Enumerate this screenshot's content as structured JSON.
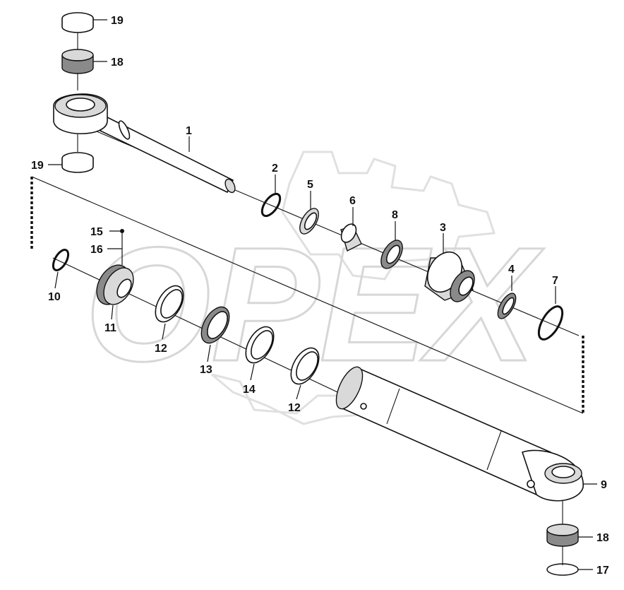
{
  "watermark": {
    "text": "OPEX",
    "color": "#d7d7d7"
  },
  "callouts": [
    {
      "id": "c19a",
      "label": "19"
    },
    {
      "id": "c18a",
      "label": "18"
    },
    {
      "id": "c19b",
      "label": "19"
    },
    {
      "id": "c1",
      "label": "1"
    },
    {
      "id": "c2",
      "label": "2"
    },
    {
      "id": "c5",
      "label": "5"
    },
    {
      "id": "c6",
      "label": "6"
    },
    {
      "id": "c8",
      "label": "8"
    },
    {
      "id": "c3",
      "label": "3"
    },
    {
      "id": "c4",
      "label": "4"
    },
    {
      "id": "c7",
      "label": "7"
    },
    {
      "id": "c15",
      "label": "15"
    },
    {
      "id": "c16",
      "label": "16"
    },
    {
      "id": "c10",
      "label": "10"
    },
    {
      "id": "c11",
      "label": "11"
    },
    {
      "id": "c12a",
      "label": "12"
    },
    {
      "id": "c13",
      "label": "13"
    },
    {
      "id": "c14",
      "label": "14"
    },
    {
      "id": "c12b",
      "label": "12"
    },
    {
      "id": "c9",
      "label": "9"
    },
    {
      "id": "c18b",
      "label": "18"
    },
    {
      "id": "c17",
      "label": "17"
    }
  ]
}
